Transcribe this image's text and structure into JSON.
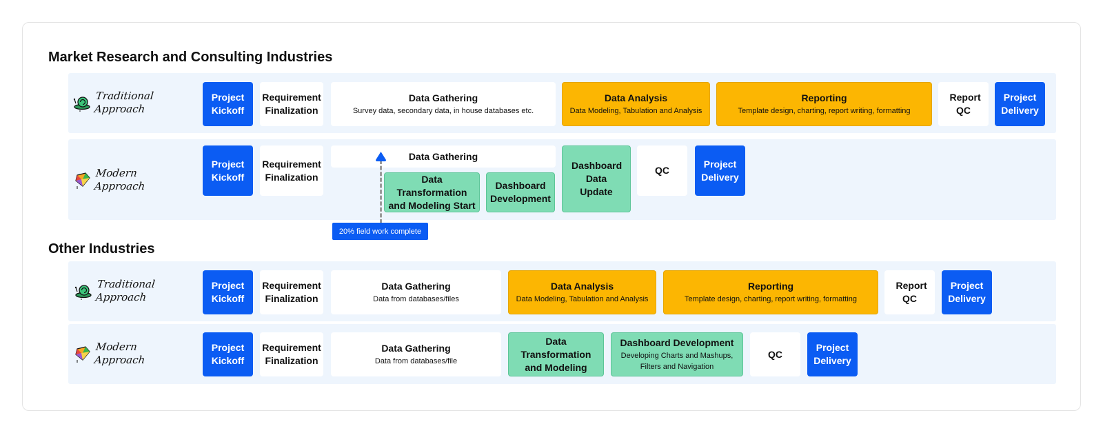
{
  "sections": [
    {
      "title": "Market Research and Consulting Industries"
    },
    {
      "title": "Other Industries"
    }
  ],
  "lanes": {
    "mr_traditional": {
      "label": "Traditional\nApproach",
      "icon": "snail-icon"
    },
    "mr_modern": {
      "label": "Modern\nApproach",
      "icon": "gem-icon"
    },
    "oi_traditional": {
      "label": "Traditional\nApproach",
      "icon": "snail-icon"
    },
    "oi_modern": {
      "label": "Modern\nApproach",
      "icon": "gem-icon"
    }
  },
  "mr_traditional": {
    "kickoff": "Project Kickoff",
    "requirement": "Requirement Finalization",
    "gathering": {
      "title": "Data Gathering",
      "sub": "Survey data, secondary data, in house databases etc."
    },
    "analysis": {
      "title": "Data Analysis",
      "sub": "Data Modeling, Tabulation and Analysis"
    },
    "reporting": {
      "title": "Reporting",
      "sub": "Template design, charting, report writing, formatting"
    },
    "report_qc": "Report QC",
    "delivery": "Project Delivery"
  },
  "mr_modern": {
    "kickoff": "Project Kickoff",
    "requirement": "Requirement Finalization",
    "gathering": {
      "title": "Data Gathering"
    },
    "transformation": "Data Transformation and Modeling Start",
    "dashboard_dev": "Dashboard Development",
    "dashboard_update": "Dashboard Data Update",
    "qc": "QC",
    "delivery": "Project Delivery",
    "marker": "20% field work complete"
  },
  "oi_traditional": {
    "kickoff": "Project Kickoff",
    "requirement": "Requirement Finalization",
    "gathering": {
      "title": "Data Gathering",
      "sub": "Data from databases/files"
    },
    "analysis": {
      "title": "Data Analysis",
      "sub": "Data Modeling, Tabulation and Analysis"
    },
    "reporting": {
      "title": "Reporting",
      "sub": "Template design, charting, report writing, formatting"
    },
    "report_qc": "Report QC",
    "delivery": "Project Delivery"
  },
  "oi_modern": {
    "kickoff": "Project Kickoff",
    "requirement": "Requirement Finalization",
    "gathering": {
      "title": "Data Gathering",
      "sub": "Data from databases/file"
    },
    "transformation": "Data Transformation and Modeling",
    "dashboard_dev": {
      "title": "Dashboard Development",
      "sub": "Developing Charts and Mashups, Filters and Navigation"
    },
    "qc": "QC",
    "delivery": "Project Delivery"
  },
  "colors": {
    "blue": "#0b5cf3",
    "orange": "#fcb602",
    "green": "#7fdcb4",
    "lane_bg": "#eef5fd"
  }
}
